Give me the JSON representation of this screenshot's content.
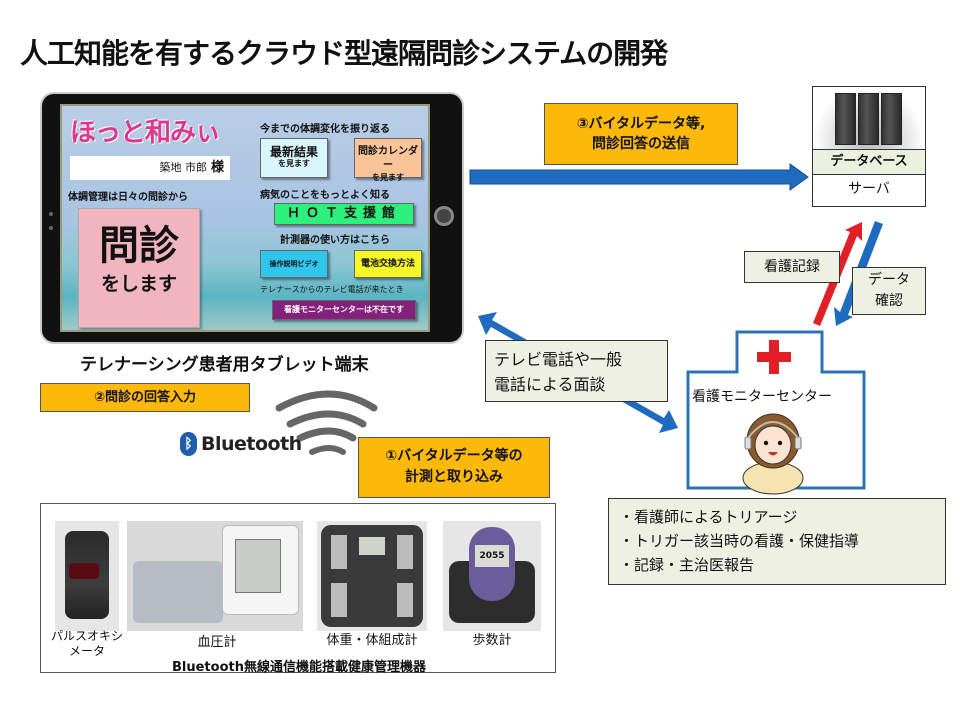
{
  "title": "人工知能を有するクラウド型遠隔問診システムの開発",
  "tablet": {
    "caption": "テレナーシング患者用タブレット端末",
    "screen": {
      "logo": "ほっと和みぃ",
      "patient_name": "築地 市郎",
      "honorific": "様",
      "health_label": "体調管理は日々の問診から",
      "monshin_big": "問診",
      "monshin_small": "をします",
      "review_label": "今までの体調変化を振り返る",
      "latest_results": {
        "main": "最新結果",
        "sub": "を見ます"
      },
      "calendar": {
        "main": "問診カレンダー",
        "sub": "を見ます"
      },
      "learn_label": "病気のことをもっとよく知る",
      "hot_button": "ＨＯＴ支援館",
      "device_label": "計測器の使い方はこちら",
      "video_button": "操作説明ビデオ",
      "battery_button": "電池交換方法",
      "call_label": "テレナースからのテレビ電話が来たとき",
      "absent_button": "看護モニターセンターは不在です"
    }
  },
  "steps": {
    "step3": "③バイタルデータ等,\n問診回答の送信",
    "step3_line1": "③バイタルデータ等,",
    "step3_line2": "問診回答の送信",
    "step2": "②問診の回答入力",
    "step1_line1": "①バイタルデータ等の",
    "step1_line2": "計測と取り込み"
  },
  "server": {
    "db_label": "データベース",
    "server_label": "サーバ"
  },
  "arrows": {
    "nursing_record": "看護記録",
    "data_check_line1": "データ",
    "data_check_line2": "確認",
    "video_call_line1": "テレビ電話や一般",
    "video_call_line2": "電話による面談"
  },
  "bluetooth": {
    "label": "Bluetooth"
  },
  "monitor_center": {
    "label": "看護モニターセンター"
  },
  "tasks": [
    "・看護師によるトリアージ",
    "・トリガー該当時の看護・保健指導",
    "・記録・主治医報告"
  ],
  "devices": {
    "title": "Bluetooth無線通信機能搭載健康管理機器",
    "items": [
      {
        "label_line1": "パルスオキシ",
        "label_line2": "メータ"
      },
      {
        "label_line1": "血圧計",
        "label_line2": ""
      },
      {
        "label_line1": "体重・体組成計",
        "label_line2": ""
      },
      {
        "label_line1": "歩数計",
        "label_line2": ""
      }
    ],
    "pedometer_display": "2055"
  },
  "colors": {
    "orange_label": "#fdb90a",
    "blue_arrow": "#1f6bbf",
    "red_arrow": "#e21f26",
    "gray_box": "#edf0e2",
    "cross": "#e21f26",
    "center_border": "#2e74b5"
  }
}
